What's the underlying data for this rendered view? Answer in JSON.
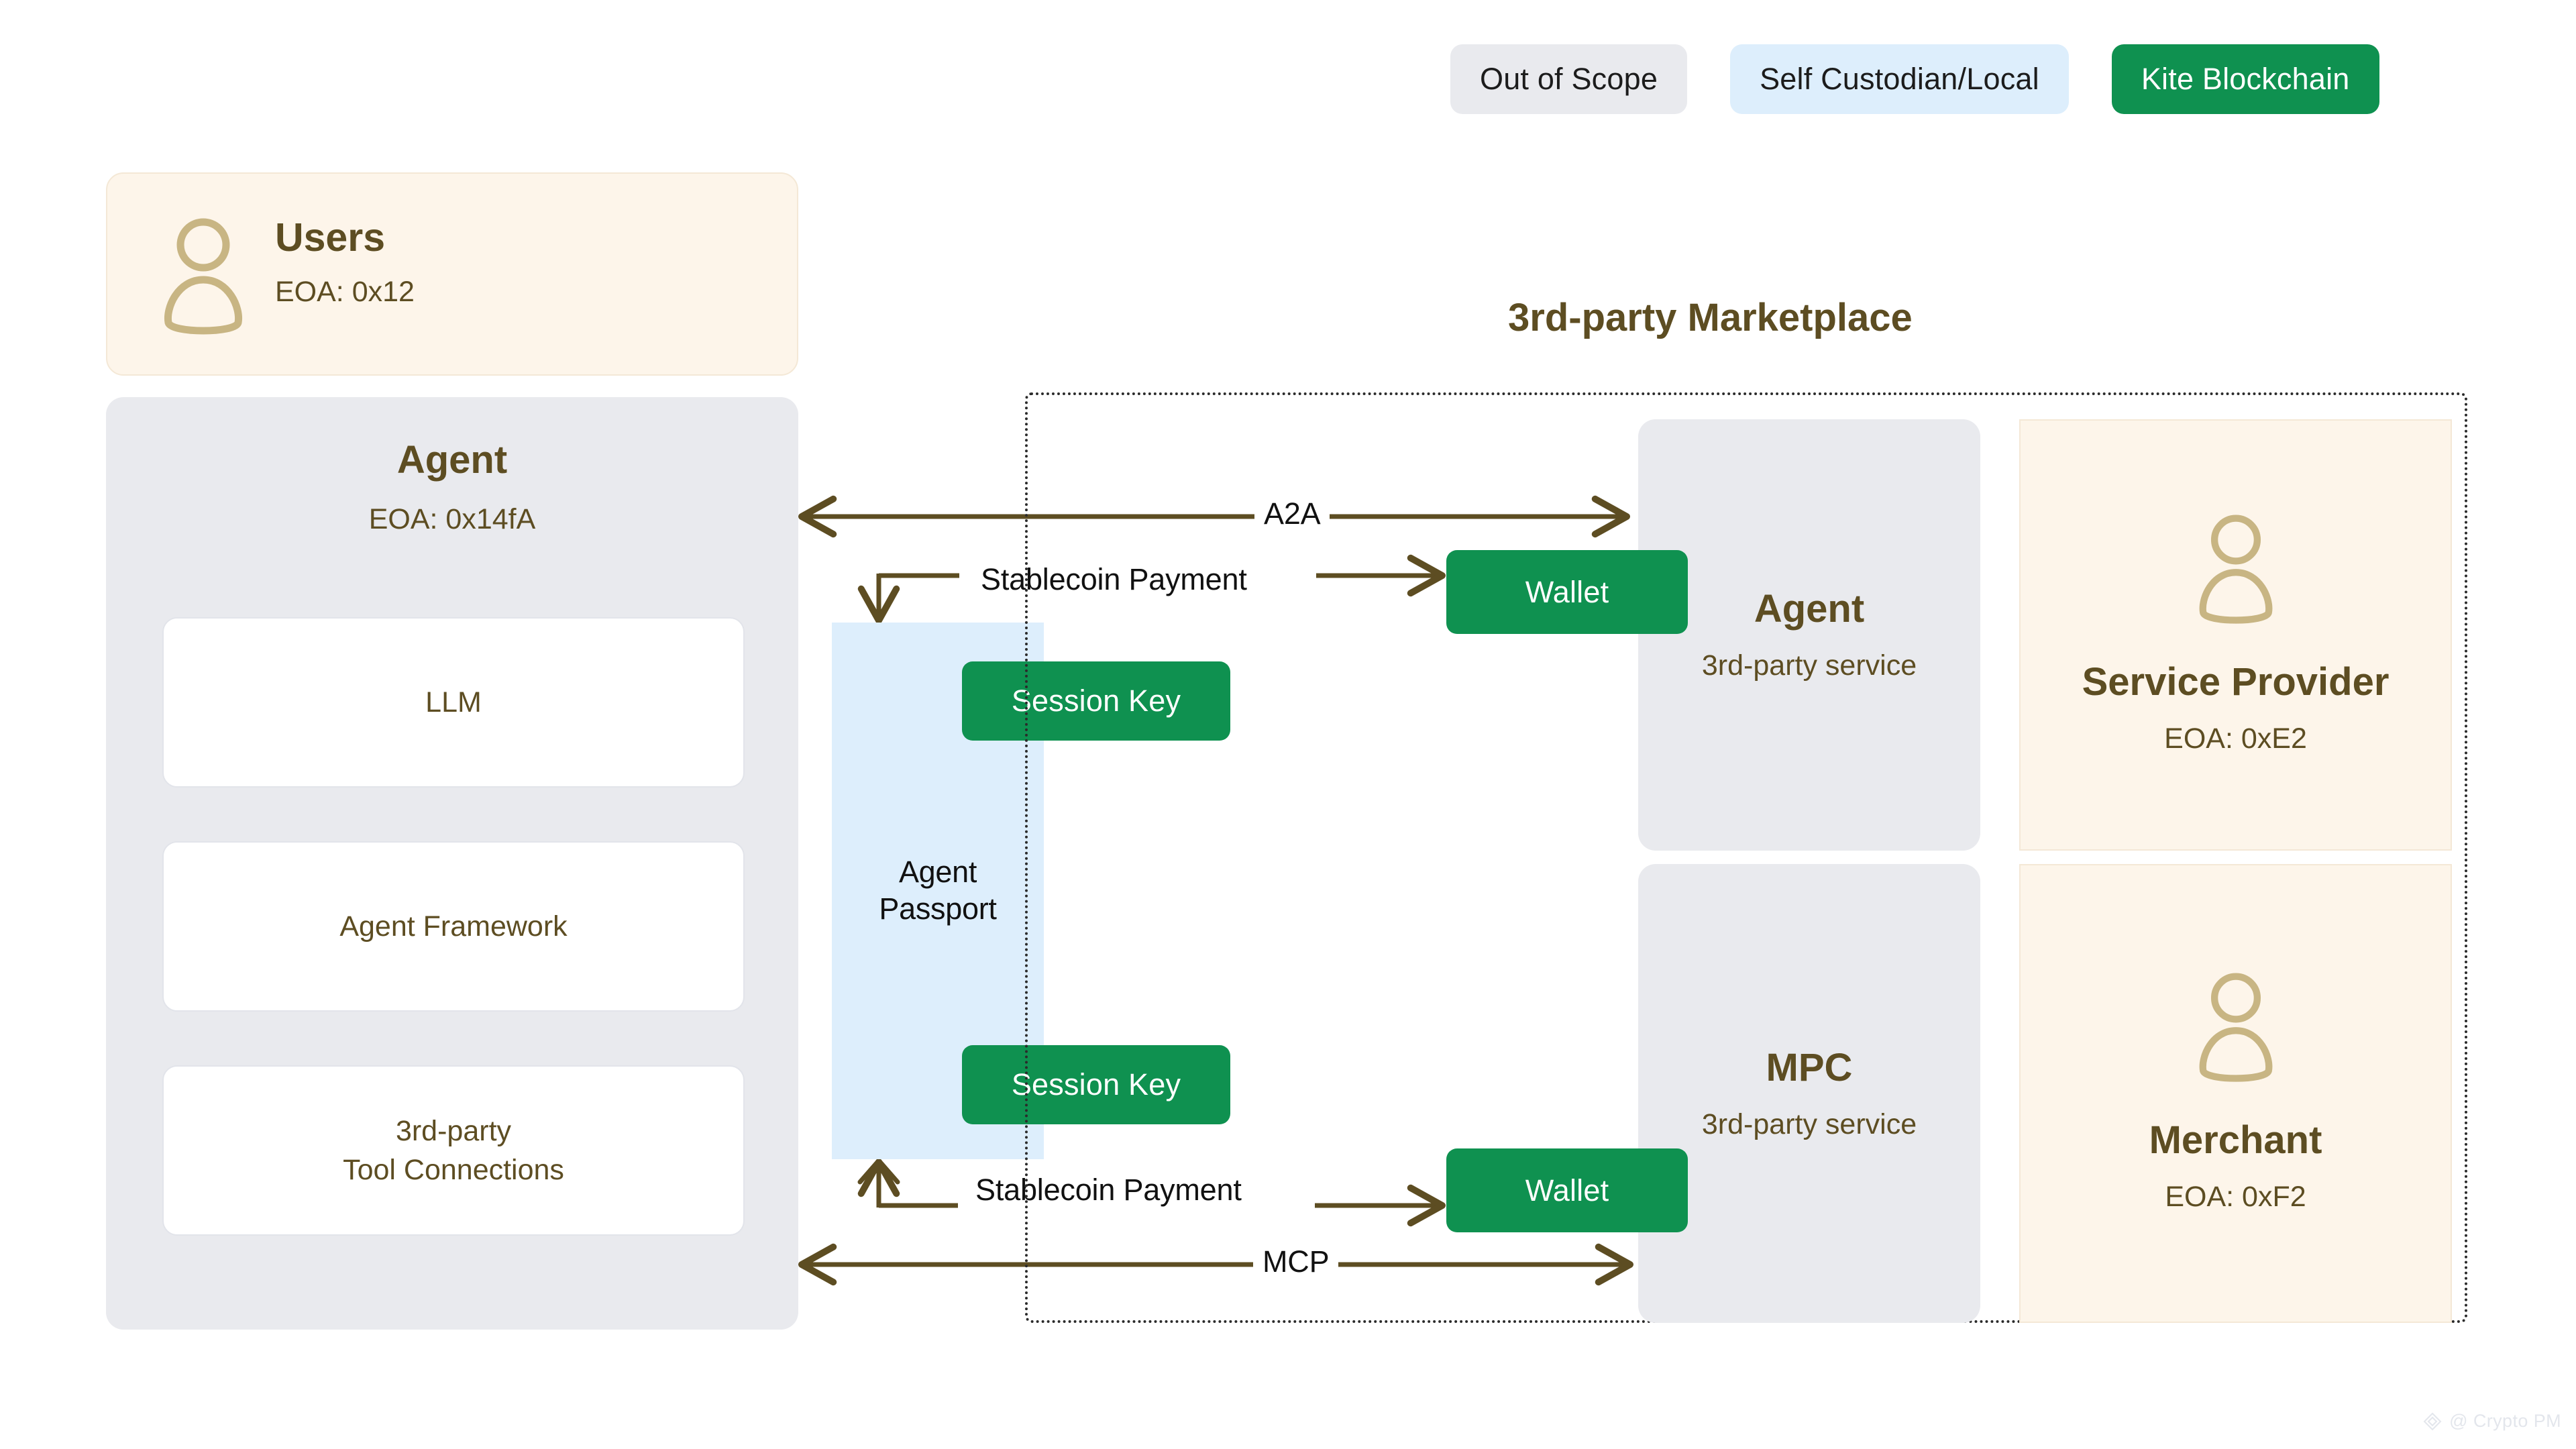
{
  "legend": {
    "items": [
      {
        "label": "Out of Scope",
        "style": "scope",
        "color": "#e9eaee"
      },
      {
        "label": "Self Custodian/Local",
        "style": "custody",
        "color": "#ddeefc"
      },
      {
        "label": "Kite Blockchain",
        "style": "kite",
        "color": "#0f9150"
      }
    ]
  },
  "users": {
    "title": "Users",
    "address": "EOA: 0x12",
    "icon": "person-icon"
  },
  "agent_panel": {
    "title": "Agent",
    "address": "EOA: 0x14fA",
    "components": [
      {
        "label": "LLM"
      },
      {
        "label": "Agent Framework"
      },
      {
        "label": "3rd-party\nTool Connections"
      }
    ]
  },
  "passport": {
    "label": "Agent\nPassport",
    "session_keys": [
      {
        "label": "Session Key"
      },
      {
        "label": "Session Key"
      }
    ]
  },
  "wallets": [
    {
      "label": "Wallet"
    },
    {
      "label": "Wallet"
    }
  ],
  "marketplace": {
    "title": "3rd-party Marketplace",
    "cards": [
      {
        "title": "Agent",
        "sub": "3rd-party service",
        "kind": "grey",
        "icon": null
      },
      {
        "title": "MPC",
        "sub": "3rd-party service",
        "kind": "grey",
        "icon": null
      },
      {
        "title": "Service Provider",
        "sub": "EOA: 0xE2",
        "kind": "cream",
        "icon": "person-icon"
      },
      {
        "title": "Merchant",
        "sub": "EOA: 0xF2",
        "kind": "cream",
        "icon": "person-icon"
      }
    ]
  },
  "connectors": [
    {
      "label": "A2A",
      "direction": "bidirectional"
    },
    {
      "label": "Stablecoin Payment",
      "direction": "down-right"
    },
    {
      "label": "Stablecoin Payment",
      "direction": "up-right"
    },
    {
      "label": "MCP",
      "direction": "bidirectional"
    }
  ],
  "watermark": {
    "text": "@ Crypto PM",
    "icon": "diamond-logo"
  },
  "colors": {
    "kite_green": "#0f9150",
    "self_custodian_blue": "#ddeefc",
    "out_of_scope_grey": "#e9eaee",
    "cream": "#fdf5ea",
    "brown_text": "#5d4d22",
    "icon_gold": "#c8b583",
    "wire": "#5d4d22"
  }
}
